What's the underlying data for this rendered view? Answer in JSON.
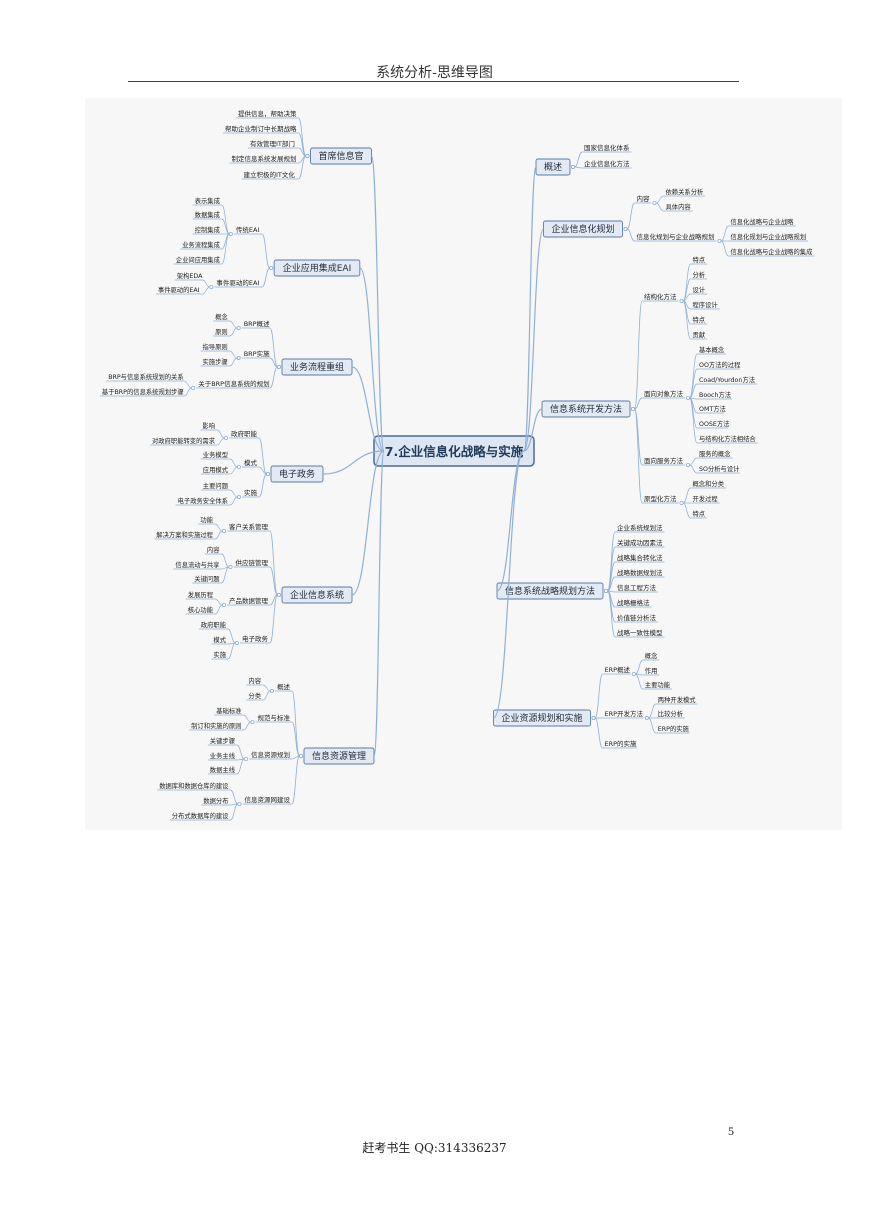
{
  "header": {
    "title": "系统分析-思维导图"
  },
  "footer": {
    "page_number": "5",
    "text": "赶考书生  QQ:314336237"
  },
  "mindmap": {
    "center": "7.企业信息化战略与实施",
    "branches": [
      {
        "label": "首席信息官",
        "children": [
          {
            "label": "提供信息，帮助决策"
          },
          {
            "label": "帮助企业制订中长期战略"
          },
          {
            "label": "有效管理IT部门"
          },
          {
            "label": "制定信息系统发展规划"
          },
          {
            "label": "建立积极的IT文化"
          }
        ]
      },
      {
        "label": "企业应用集成EAI",
        "children": [
          {
            "label": "传统EAI",
            "children": [
              {
                "label": "表示集成"
              },
              {
                "label": "数据集成"
              },
              {
                "label": "控制集成"
              },
              {
                "label": "业务流程集成"
              },
              {
                "label": "企业间应用集成"
              }
            ]
          },
          {
            "label": "事件驱动的EAI",
            "children": [
              {
                "label": "架构EDA"
              },
              {
                "label": "事件驱动的EAI"
              }
            ]
          }
        ]
      },
      {
        "label": "业务流程重组",
        "children": [
          {
            "label": "BRP概述",
            "children": [
              {
                "label": "概念"
              },
              {
                "label": "原则"
              }
            ]
          },
          {
            "label": "BRP实施",
            "children": [
              {
                "label": "指导原则"
              },
              {
                "label": "实施步骤"
              }
            ]
          },
          {
            "label": "关于BRP信息系统的规划",
            "children": [
              {
                "label": "BRP与信息系统规划的关系"
              },
              {
                "label": "基于BRP的信息系统规划步骤"
              }
            ]
          }
        ]
      },
      {
        "label": "电子政务",
        "children": [
          {
            "label": "政府职能",
            "children": [
              {
                "label": "影响"
              },
              {
                "label": "对政府职能转变的需求"
              }
            ]
          },
          {
            "label": "模式",
            "children": [
              {
                "label": "业务模型"
              },
              {
                "label": "应用模式"
              }
            ]
          },
          {
            "label": "实施",
            "children": [
              {
                "label": "主要问题"
              },
              {
                "label": "电子政务安全体系"
              }
            ]
          }
        ]
      },
      {
        "label": "企业信息系统",
        "children": [
          {
            "label": "客户关系管理",
            "children": [
              {
                "label": "功能"
              },
              {
                "label": "解决方案和实施过程"
              }
            ]
          },
          {
            "label": "供应链管理",
            "children": [
              {
                "label": "内容"
              },
              {
                "label": "信息流动与共享"
              },
              {
                "label": "关键问题"
              }
            ]
          },
          {
            "label": "产品数据管理",
            "children": [
              {
                "label": "发展历程"
              },
              {
                "label": "核心功能"
              }
            ]
          },
          {
            "label": "电子政务",
            "children": [
              {
                "label": "政府职能"
              },
              {
                "label": "模式"
              },
              {
                "label": "实施"
              }
            ]
          }
        ]
      },
      {
        "label": "信息资源管理",
        "children": [
          {
            "label": "概述",
            "children": [
              {
                "label": "内容"
              },
              {
                "label": "分类"
              }
            ]
          },
          {
            "label": "规范与标准",
            "children": [
              {
                "label": "基础标准"
              },
              {
                "label": "制订和实施的原则"
              }
            ]
          },
          {
            "label": "信息资源规划",
            "children": [
              {
                "label": "关键步骤"
              },
              {
                "label": "业务主线"
              },
              {
                "label": "数据主线"
              }
            ]
          },
          {
            "label": "信息资源网建设",
            "children": [
              {
                "label": "数据库和数据仓库的建设"
              },
              {
                "label": "数据分布"
              },
              {
                "label": "分布式数据库的建设"
              }
            ]
          }
        ]
      },
      {
        "label": "概述",
        "children": [
          {
            "label": "国家信息化体系"
          },
          {
            "label": "企业信息化方法"
          }
        ]
      },
      {
        "label": "企业信息化规划",
        "children": [
          {
            "label": "内容",
            "children": [
              {
                "label": "依赖关系分析"
              },
              {
                "label": "具体内容"
              }
            ]
          },
          {
            "label": "信息化规划与企业战略规划",
            "children": [
              {
                "label": "信息化战略与企业战略"
              },
              {
                "label": "信息化规划与企业战略规划"
              },
              {
                "label": "信息化战略与企业战略的集成"
              }
            ]
          }
        ]
      },
      {
        "label": "信息系统开发方法",
        "children": [
          {
            "label": "结构化方法",
            "children": [
              {
                "label": "特点"
              },
              {
                "label": "分析"
              },
              {
                "label": "设计"
              },
              {
                "label": "程序设计"
              },
              {
                "label": "特点"
              },
              {
                "label": "贡献"
              }
            ]
          },
          {
            "label": "面向对象方法",
            "children": [
              {
                "label": "基本概念"
              },
              {
                "label": "OO方法的过程"
              },
              {
                "label": "Coad/Yourdon方法"
              },
              {
                "label": "Booch方法"
              },
              {
                "label": "OMT方法"
              },
              {
                "label": "OOSE方法"
              },
              {
                "label": "与结构化方法相结合"
              }
            ]
          },
          {
            "label": "面向服务方法",
            "children": [
              {
                "label": "服务的概念"
              },
              {
                "label": "SO分析与设计"
              }
            ]
          },
          {
            "label": "原型化方法",
            "children": [
              {
                "label": "概念和分类"
              },
              {
                "label": "开发过程"
              },
              {
                "label": "特点"
              }
            ]
          }
        ]
      },
      {
        "label": "信息系统战略规划方法",
        "children": [
          {
            "label": "企业系统规划法"
          },
          {
            "label": "关键成功因素法"
          },
          {
            "label": "战略集合转化法"
          },
          {
            "label": "战略数据规划法"
          },
          {
            "label": "信息工程方法"
          },
          {
            "label": "战略栅格法"
          },
          {
            "label": "价值链分析法"
          },
          {
            "label": "战略一致性模型"
          }
        ]
      },
      {
        "label": "企业资源规划和实施",
        "children": [
          {
            "label": "ERP概述",
            "children": [
              {
                "label": "概念"
              },
              {
                "label": "作用"
              },
              {
                "label": "主要功能"
              }
            ]
          },
          {
            "label": "ERP开发方法",
            "children": [
              {
                "label": "两种开发模式"
              },
              {
                "label": "比较分析"
              },
              {
                "label": "ERP的实施"
              }
            ]
          },
          {
            "label": "ERP的实施"
          }
        ]
      }
    ]
  }
}
